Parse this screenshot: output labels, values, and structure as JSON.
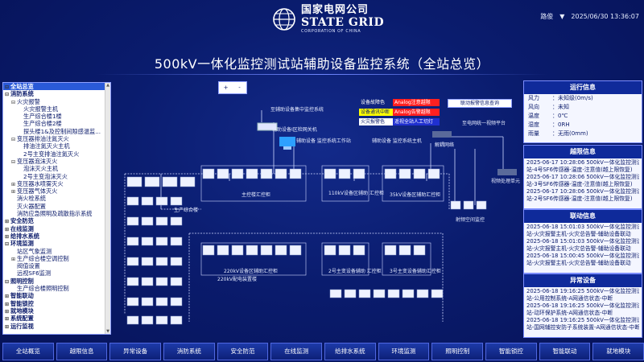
{
  "header": {
    "logo_cn": "国家电网公司",
    "logo_en": "STATE GRID",
    "logo_sub": "CORPORATION OF CHINA",
    "user": "路俊",
    "datetime": "2025/06/30 13:36:07",
    "title": "500kV一体化监控测试站辅助设备监控系统（全站总览）"
  },
  "tree": {
    "items": [
      {
        "label": "全站总览",
        "level": 0,
        "toggle": "-",
        "selected": true,
        "bold": true
      },
      {
        "label": "消防系统",
        "level": 0,
        "toggle": "-",
        "bold": true
      },
      {
        "label": "火灾报警",
        "level": 1,
        "toggle": "-"
      },
      {
        "label": "火灾报警主机",
        "level": 2
      },
      {
        "label": "生产综合楼1楼",
        "level": 2
      },
      {
        "label": "生产综合楼2楼",
        "level": 2
      },
      {
        "label": "探头楼1&及控制间隙感温监...",
        "level": 2
      },
      {
        "label": "变压器排油注氮灭火",
        "level": 1,
        "toggle": "-"
      },
      {
        "label": "排油注氮灭火主机",
        "level": 2
      },
      {
        "label": "2号主变排油注氮灭火",
        "level": 2
      },
      {
        "label": "变压器泡沫灭火",
        "level": 1,
        "toggle": "-"
      },
      {
        "label": "泡沫灭火主机",
        "level": 2
      },
      {
        "label": "2号主变泡沫灭火",
        "level": 2
      },
      {
        "label": "变压器水喷雾灭火",
        "level": 1,
        "toggle": "+"
      },
      {
        "label": "变压器气体灭火",
        "level": 1,
        "toggle": "+"
      },
      {
        "label": "消火栓系统",
        "level": 1
      },
      {
        "label": "灭火器配置",
        "level": 1
      },
      {
        "label": "消防应急照明及疏散指示系统",
        "level": 1
      },
      {
        "label": "安全防范",
        "level": 0,
        "toggle": "+",
        "bold": true
      },
      {
        "label": "在线监测",
        "level": 0,
        "toggle": "+",
        "bold": true
      },
      {
        "label": "给排水系统",
        "level": 0,
        "toggle": "+",
        "bold": true
      },
      {
        "label": "环境监测",
        "level": 0,
        "toggle": "-",
        "bold": true
      },
      {
        "label": "站区气象监测",
        "level": 1
      },
      {
        "label": "生产综合楼空调控制",
        "level": 1,
        "toggle": "+"
      },
      {
        "label": "阀值设置",
        "level": 1
      },
      {
        "label": "远视SF6监测",
        "level": 1
      },
      {
        "label": "照明控制",
        "level": 0,
        "toggle": "-",
        "bold": true
      },
      {
        "label": "生产综合楼照明控制",
        "level": 1
      },
      {
        "label": "智能联动",
        "level": 0,
        "toggle": "+",
        "bold": true
      },
      {
        "label": "智能锁控",
        "level": 0,
        "toggle": "+",
        "bold": true
      },
      {
        "label": "就地模块",
        "level": 0,
        "toggle": "+",
        "bold": true
      },
      {
        "label": "系统配置",
        "level": 0,
        "toggle": "+",
        "bold": true
      },
      {
        "label": "运行监视",
        "level": 0,
        "toggle": "+",
        "bold": true
      }
    ]
  },
  "weather": {
    "title": "运行信息",
    "rows": [
      {
        "k": "风力",
        "v": "：未知级(0m/s)"
      },
      {
        "k": "风向",
        "v": "：未知"
      },
      {
        "k": "温度",
        "v": "：0℃"
      },
      {
        "k": "湿度",
        "v": "：0RH"
      },
      {
        "k": "雨量",
        "v": "：无雨(0mm)"
      }
    ]
  },
  "panels": [
    {
      "title": "越限信息",
      "lines": [
        "2025-06-17 10:28:06 500kV一体化监控测试",
        "站-4号SF6传感器-温度-注意值(越上限恢复)",
        "2025-06-17 10:28:06 500kV一体化监控测试",
        "站-3号SF6传感器-温度-注意值(越上限恢复)",
        "2025-06-17 10:28:06 500kV一体化监控测试",
        "站-2号SF6传感器-温度-注意值(越上限恢复)"
      ]
    },
    {
      "title": "联动信息",
      "lines": [
        "2025-06-18 15:01:03 500kV一体化监控测试",
        "站-火灾报警主机-火灾总告警-辅助设备联动",
        "2025-06-18 15:01:03 500kV一体化监控测试",
        "站-火灾报警主机-火灾总告警-辅助设备联动",
        "2025-06-18 15:00:45 500kV一体化监控测试",
        "站-火灾报警主机-火灾总告警-辅助设备联动"
      ]
    },
    {
      "title": "异常设备",
      "lines": [
        "2025-06-18 19:16:25 500kV一体化监控测试",
        "站-公用控制系统-A网通信状态-中断",
        "2025-06-18 19:16:25 500kV一体化监控测试",
        "站-动环保护系统-A网通信状态-中断",
        "2025-06-18 19:16:25 500kV一体化监控测试",
        "站-国网辅控安防子系统装置-A网通信状态-中断"
      ]
    }
  ],
  "zoom": {
    "plus": "+",
    "minus": "-"
  },
  "legend": [
    {
      "label": "设备故障色",
      "bg": "#ffffff",
      "fg": "#0a1a6a"
    },
    {
      "label": "Analog注意越限",
      "bg": "#ff2020",
      "fg": "#ffffff"
    },
    {
      "label": "设备通讯中断",
      "bg": "#ffff00",
      "fg": "#0a1a6a"
    },
    {
      "label": "Analog告警越限",
      "bg": "#ff2020",
      "fg": "#ffffff"
    },
    {
      "label": "火灾报警色",
      "bg": "#ffffff",
      "fg": "#0a1a6a"
    },
    {
      "label": "遥视全站人工切灯",
      "bg": "#2030d0",
      "fg": "#ffffff"
    }
  ],
  "diagram": {
    "btn_alarm": "联动报警信息查询",
    "lbl_center": "至辅助设备集中监控系统",
    "lbl_switch": "辅助设备I区检网关机",
    "lbl_host": "辅助设备\n监控系统工作站",
    "lbl_host2": "辅助设备\n监控系统主机",
    "lbl_pw": "至电网统一视频平台",
    "lbl_video": "视频处理单元",
    "lbl_ring": "解耦网络",
    "lbl_side": "射频空间监控",
    "cab1": "主控楼汇控柜",
    "cab2": "110kV设备区辅助\n汇控柜",
    "cab3": "35kV设备区辅助汇控柜",
    "cab4": "220kV设备区辅助汇控柜",
    "cab5": "2号主变设备辅助\n汇控柜",
    "cab6": "3号主变设备辅助汇控柜",
    "lbl_gen": "生产综合楼",
    "lbl_220": "220kV配电装置楼"
  },
  "nav": [
    "全站概览",
    "越限信息",
    "异常设备",
    "消防系统",
    "安全防范",
    "在线监测",
    "给排水系统",
    "环境监测",
    "照明控制",
    "智能锁控",
    "智能联动",
    "就地模块"
  ]
}
